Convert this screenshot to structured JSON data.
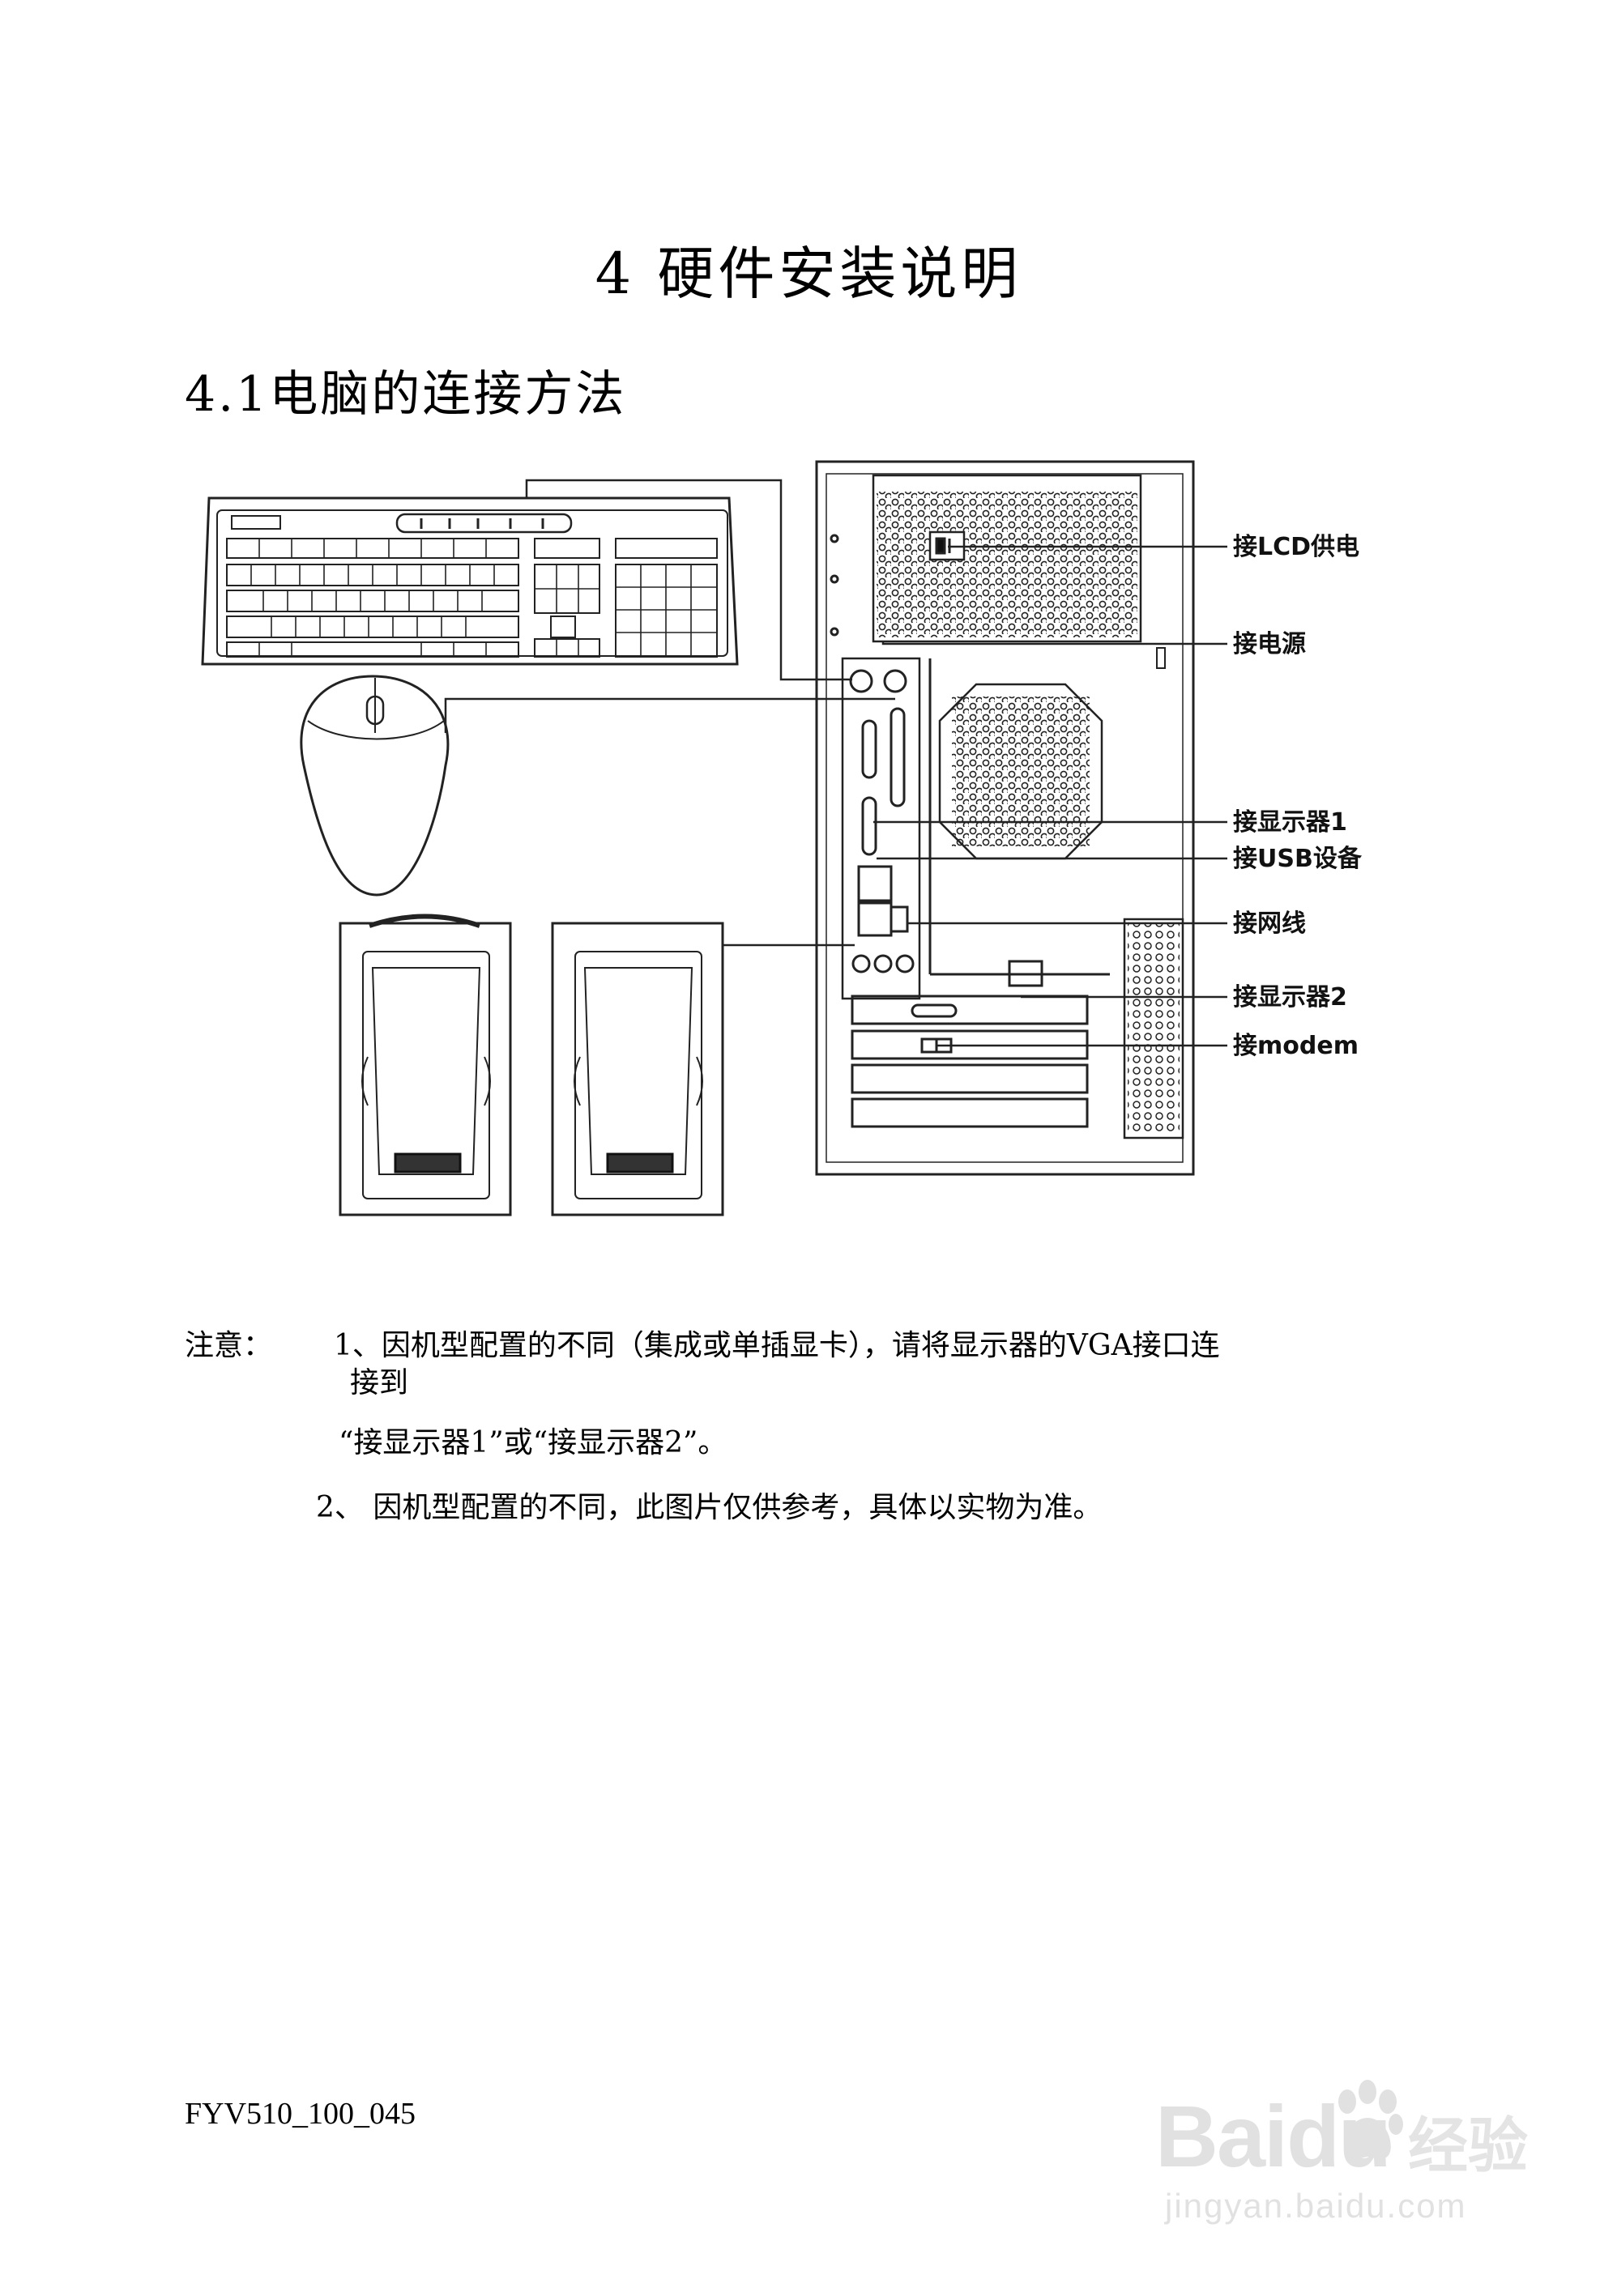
{
  "header": {
    "chapter_title": "4 硬件安装说明",
    "section_title": "4.1电脑的连接方法"
  },
  "diagram": {
    "callouts": {
      "lcd_power": "接LCD供电",
      "power": "接电源",
      "monitor1": "接显示器1",
      "usb": "接USB设备",
      "network": "接网线",
      "monitor2": "接显示器2",
      "modem": "接modem"
    }
  },
  "notes": {
    "label": "注意：",
    "item1_line1": "1、因机型配置的不同（集成或单插显卡），请将显示器的VGA接口连",
    "item1_line2": "接到",
    "item1_line3": "“接显示器1”或“接显示器2”。",
    "item2": "2、 因机型配置的不同，此图片仅供参考，具体以实物为准。"
  },
  "footer": {
    "doc_code": "FYV510_100_045"
  },
  "watermark": {
    "brand": "Baidu",
    "service": "经验",
    "url": "jingyan.baidu.com"
  }
}
